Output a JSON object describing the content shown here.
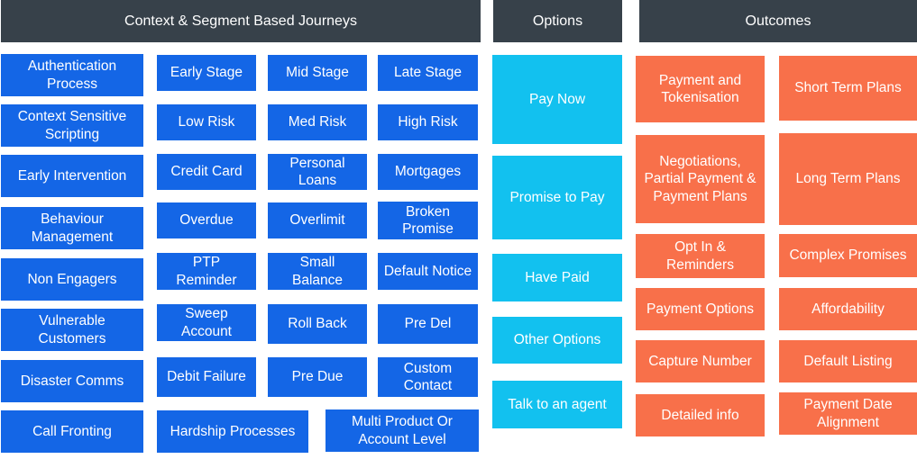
{
  "headers": {
    "journeys": "Context & Segment Based Journeys",
    "options": "Options",
    "outcomes": "Outcomes"
  },
  "journeys": {
    "authentication_process": "Authentication Process",
    "early_stage": "Early Stage",
    "mid_stage": "Mid Stage",
    "late_stage": "Late Stage",
    "context_sensitive_scripting": "Context Sensitive Scripting",
    "low_risk": "Low Risk",
    "med_risk": "Med Risk",
    "high_risk": "High Risk",
    "early_intervention": "Early Intervention",
    "credit_card": "Credit Card",
    "personal_loans": "Personal Loans",
    "mortgages": "Mortgages",
    "behaviour_management": "Behaviour Management",
    "overdue": "Overdue",
    "overlimit": "Overlimit",
    "broken_promise": "Broken Promise",
    "non_engagers": "Non Engagers",
    "ptp_reminder": "PTP Reminder",
    "small_balance": "Small Balance",
    "default_notice": "Default Notice",
    "vulnerable_customers": "Vulnerable Customers",
    "sweep_account": "Sweep Account",
    "roll_back": "Roll Back",
    "pre_del": "Pre Del",
    "disaster_comms": "Disaster Comms",
    "debit_failure": "Debit Failure",
    "pre_due": "Pre Due",
    "custom_contact": "Custom Contact",
    "call_fronting": "Call Fronting",
    "hardship_processes": "Hardship Processes",
    "multi_product": "Multi Product Or Account Level"
  },
  "options": {
    "pay_now": "Pay Now",
    "promise_to_pay": "Promise to Pay",
    "have_paid": "Have Paid",
    "other_options": "Other Options",
    "talk_to_agent": "Talk to an agent"
  },
  "outcomes": {
    "payment_tokenisation": "Payment and Tokenisation",
    "short_term_plans": "Short Term Plans",
    "negotiations": "Negotiations, Partial Payment & Payment Plans",
    "long_term_plans": "Long Term Plans",
    "opt_in_reminders": "Opt In & Reminders",
    "complex_promises": "Complex Promises",
    "payment_options": "Payment Options",
    "affordability": "Affordability",
    "capture_number": "Capture Number",
    "default_listing": "Default Listing",
    "detailed_info": "Detailed info",
    "payment_date_alignment": "Payment Date Alignment"
  },
  "colors": {
    "header": "#37414a",
    "journey_tile": "#1466e6",
    "option_tile": "#12c1ef",
    "outcome_tile": "#f8704a"
  }
}
